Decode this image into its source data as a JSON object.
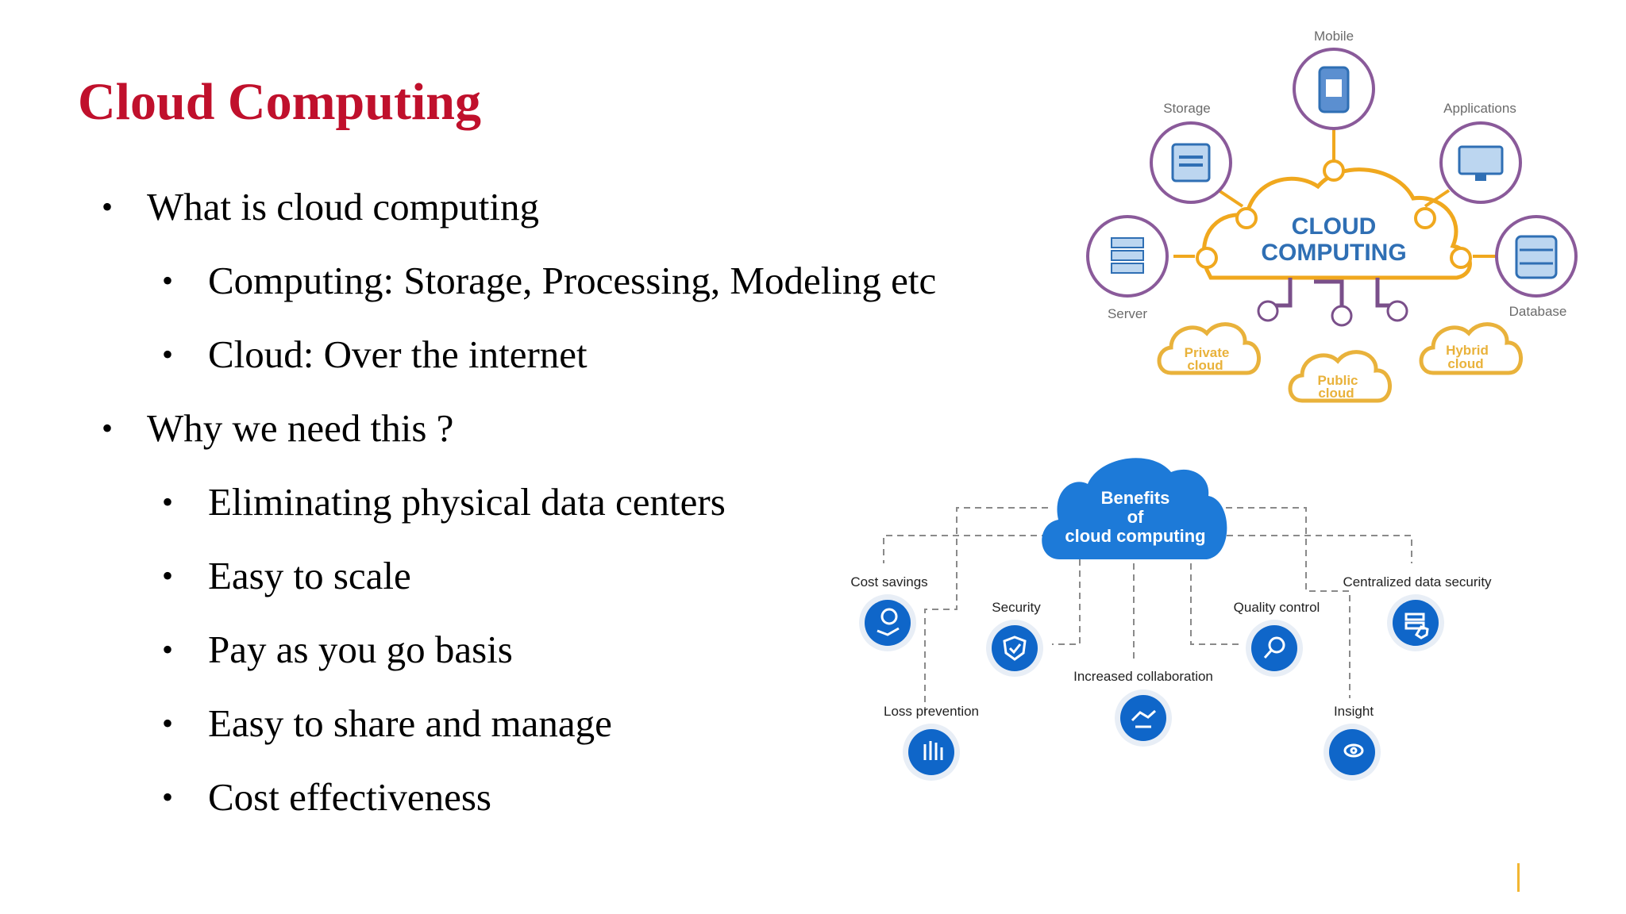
{
  "slide": {
    "title": "Cloud Computing",
    "title_color": "#c0102c",
    "bullets": [
      {
        "level": 1,
        "text": "What is cloud computing"
      },
      {
        "level": 2,
        "text": "Computing: Storage, Processing, Modeling etc"
      },
      {
        "level": 2,
        "text": "Cloud: Over the internet"
      },
      {
        "level": 1,
        "text": "Why we need this ?"
      },
      {
        "level": 2,
        "text": "Eliminating physical data centers"
      },
      {
        "level": 2,
        "text": "Easy to scale"
      },
      {
        "level": 2,
        "text": "Pay as you go basis"
      },
      {
        "level": 2,
        "text": "Easy to share and manage"
      },
      {
        "level": 2,
        "text": "Cost effectiveness"
      }
    ]
  },
  "diagram_top": {
    "center": [
      "CLOUD",
      "COMPUTING"
    ],
    "nodes": {
      "mobile": "Mobile",
      "storage": "Storage",
      "applications": "Applications",
      "server": "Server",
      "database": "Database"
    },
    "clouds": {
      "private": [
        "Private",
        "cloud"
      ],
      "public": [
        "Public",
        "cloud"
      ],
      "hybrid": [
        "Hybrid",
        "cloud"
      ]
    },
    "colors": {
      "orange": "#f0a81e",
      "purple": "#7a4f8a",
      "blue": "#2f6fb4",
      "gold": "#e9b23b"
    }
  },
  "diagram_bottom": {
    "header": [
      "Benefits",
      "of",
      "cloud computing"
    ],
    "items": {
      "cost": "Cost savings",
      "security": "Security",
      "loss": "Loss prevention",
      "collab": "Increased collaboration",
      "quality": "Quality control",
      "insight": "Insight",
      "central": "Centralized data security"
    },
    "colors": {
      "blue": "#1d7ad8",
      "dark_blue": "#0d4ea6"
    }
  }
}
